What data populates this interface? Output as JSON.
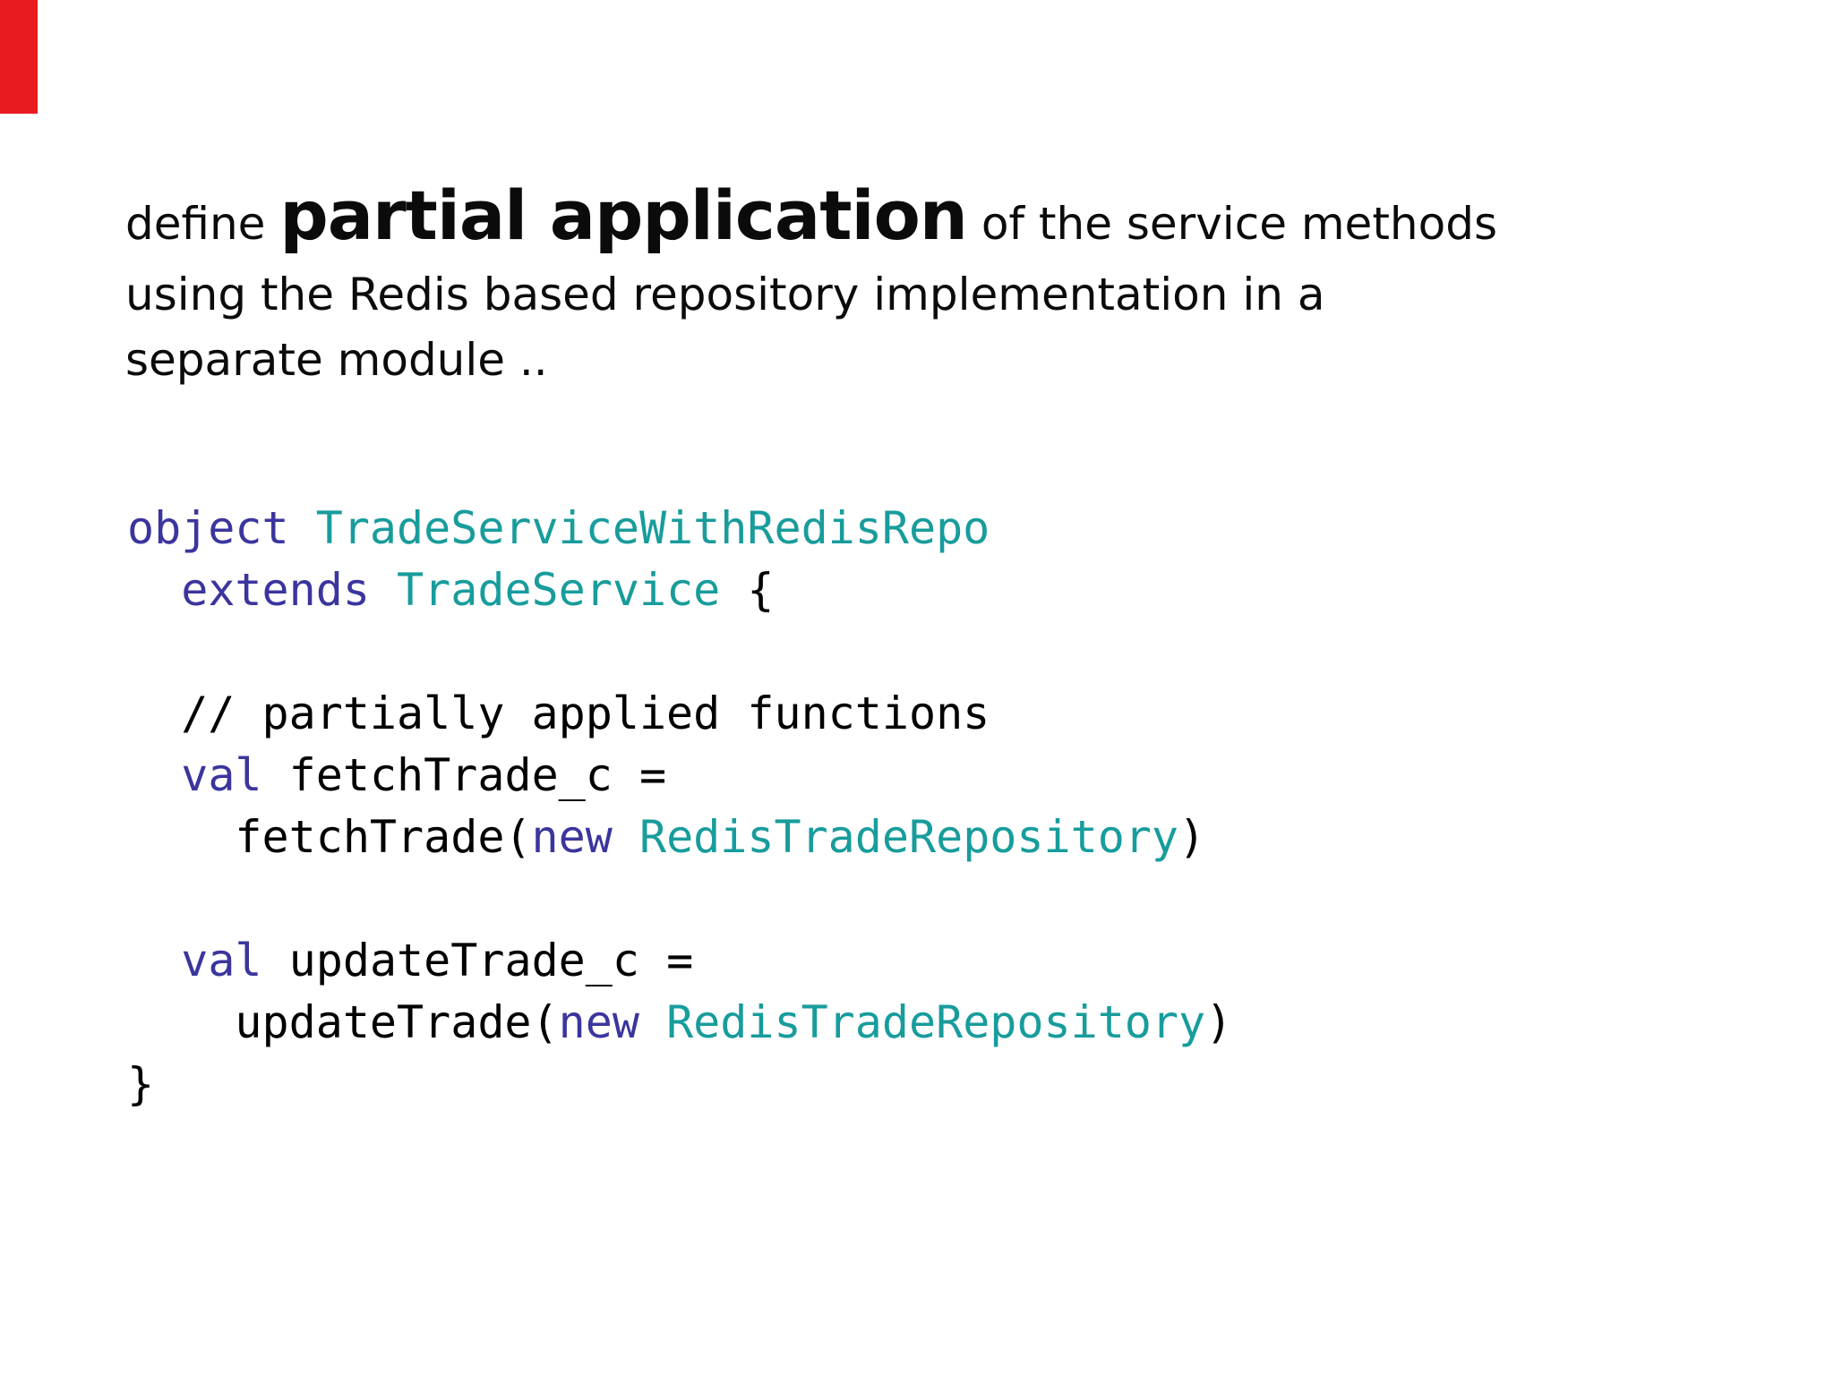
{
  "slide": {
    "kind": "presentation-slide",
    "background": "#ffffff"
  },
  "colors": {
    "accent_red": "#e81b23",
    "keyword": "#3b359e",
    "type": "#189c9c",
    "plain": "#000000"
  },
  "title": {
    "prefix": "define ",
    "highlight": "partial application",
    "suffix": " of the service methods",
    "line2": "using the Redis based repository implementation in a",
    "line3": "separate module .."
  },
  "code": {
    "language": "scala",
    "lines": [
      [
        {
          "text": "object ",
          "style": "keyword"
        },
        {
          "text": "TradeServiceWithRedisRepo",
          "style": "type"
        }
      ],
      [
        {
          "text": "  ",
          "style": "plain"
        },
        {
          "text": "extends ",
          "style": "keyword"
        },
        {
          "text": "TradeService",
          "style": "type"
        },
        {
          "text": " {",
          "style": "plain"
        }
      ],
      [],
      [
        {
          "text": "  // partially applied functions",
          "style": "plain"
        }
      ],
      [
        {
          "text": "  ",
          "style": "plain"
        },
        {
          "text": "val ",
          "style": "keyword"
        },
        {
          "text": "fetchTrade_c =",
          "style": "plain"
        }
      ],
      [
        {
          "text": "    fetchTrade(",
          "style": "plain"
        },
        {
          "text": "new ",
          "style": "keyword"
        },
        {
          "text": "RedisTradeRepository",
          "style": "type"
        },
        {
          "text": ")",
          "style": "plain"
        }
      ],
      [],
      [
        {
          "text": "  ",
          "style": "plain"
        },
        {
          "text": "val ",
          "style": "keyword"
        },
        {
          "text": "updateTrade_c =",
          "style": "plain"
        }
      ],
      [
        {
          "text": "    updateTrade(",
          "style": "plain"
        },
        {
          "text": "new ",
          "style": "keyword"
        },
        {
          "text": "RedisTradeRepository",
          "style": "type"
        },
        {
          "text": ")",
          "style": "plain"
        }
      ],
      [
        {
          "text": "}",
          "style": "plain"
        }
      ]
    ]
  }
}
